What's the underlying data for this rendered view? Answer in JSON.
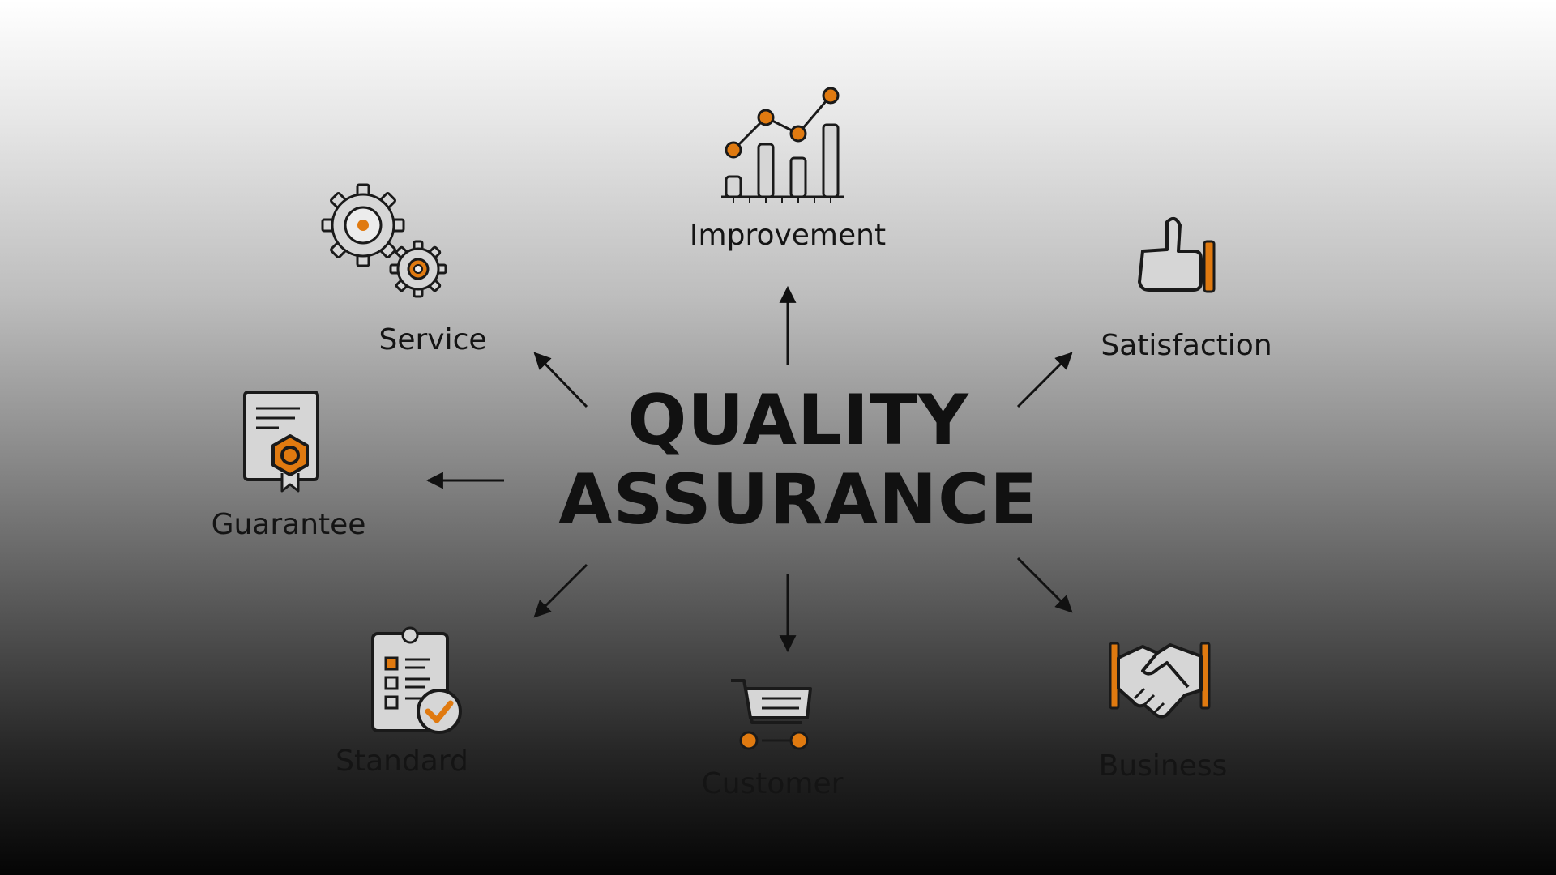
{
  "title": {
    "line1": "QUALITY",
    "line2": "ASSURANCE"
  },
  "colors": {
    "accent": "#e07a10",
    "stroke": "#1a1a1a",
    "fill": "#d6d6d6"
  },
  "nodes": [
    {
      "id": "improvement",
      "label": "Improvement",
      "icon": "bar-chart-icon"
    },
    {
      "id": "satisfaction",
      "label": "Satisfaction",
      "icon": "thumbs-up-icon"
    },
    {
      "id": "business",
      "label": "Business",
      "icon": "handshake-icon"
    },
    {
      "id": "customer",
      "label": "Customer",
      "icon": "shopping-cart-icon"
    },
    {
      "id": "standard",
      "label": "Standard",
      "icon": "checklist-clipboard-icon"
    },
    {
      "id": "guarantee",
      "label": "Guarantee",
      "icon": "certificate-icon"
    },
    {
      "id": "service",
      "label": "Service",
      "icon": "gears-icon"
    }
  ]
}
